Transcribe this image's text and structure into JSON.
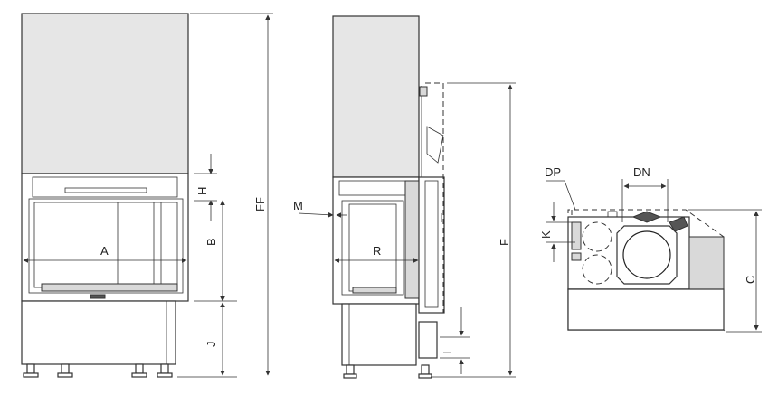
{
  "dimensions": {
    "A": "A",
    "B": "B",
    "H": "H",
    "J": "J",
    "FF": "FF",
    "M": "M",
    "R": "R",
    "F": "F",
    "L": "L",
    "DP": "DP",
    "DN": "DN",
    "K": "K",
    "C": "C"
  },
  "colors": {
    "line": "#333333",
    "hood_fill": "#e6e6e6",
    "background": "#ffffff"
  }
}
